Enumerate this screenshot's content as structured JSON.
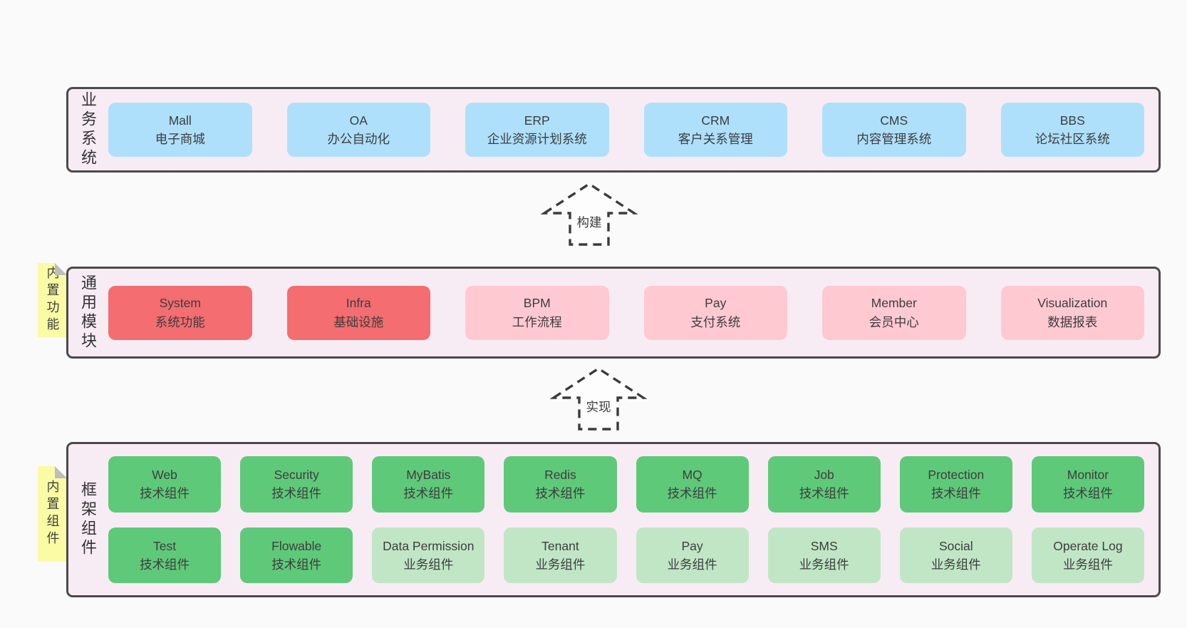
{
  "colors": {
    "page_bg": "#fafafa",
    "section_bg": "#f8ecf4",
    "section_border": "#4a4a4a",
    "blue": "#aee0fb",
    "red": "#f36d71",
    "pink": "#ffc9d2",
    "green": "#5fc97a",
    "light_green": "#c0e6c6",
    "tab_yellow": "#fbfba5",
    "text": "#3d3d3d"
  },
  "business": {
    "label": "业务系统",
    "boxes": [
      {
        "title": "Mall",
        "subtitle": "电子商城"
      },
      {
        "title": "OA",
        "subtitle": "办公自动化"
      },
      {
        "title": "ERP",
        "subtitle": "企业资源计划系统"
      },
      {
        "title": "CRM",
        "subtitle": "客户关系管理"
      },
      {
        "title": "CMS",
        "subtitle": "内容管理系统"
      },
      {
        "title": "BBS",
        "subtitle": "论坛社区系统"
      }
    ]
  },
  "modules": {
    "label": "通用模块",
    "tab": "内置功能",
    "boxes": [
      {
        "title": "System",
        "subtitle": "系统功能"
      },
      {
        "title": "Infra",
        "subtitle": "基础设施"
      },
      {
        "title": "BPM",
        "subtitle": "工作流程"
      },
      {
        "title": "Pay",
        "subtitle": "支付系统"
      },
      {
        "title": "Member",
        "subtitle": "会员中心"
      },
      {
        "title": "Visualization",
        "subtitle": "数据报表"
      }
    ]
  },
  "components": {
    "label": "框架组件",
    "tab": "内置组件",
    "boxes": [
      {
        "title": "Web",
        "subtitle": "技术组件"
      },
      {
        "title": "Security",
        "subtitle": "技术组件"
      },
      {
        "title": "MyBatis",
        "subtitle": "技术组件"
      },
      {
        "title": "Redis",
        "subtitle": "技术组件"
      },
      {
        "title": "MQ",
        "subtitle": "技术组件"
      },
      {
        "title": "Job",
        "subtitle": "技术组件"
      },
      {
        "title": "Protection",
        "subtitle": "技术组件"
      },
      {
        "title": "Monitor",
        "subtitle": "技术组件"
      },
      {
        "title": "Test",
        "subtitle": "技术组件"
      },
      {
        "title": "Flowable",
        "subtitle": "技术组件"
      },
      {
        "title": "Data Permission",
        "subtitle": "业务组件"
      },
      {
        "title": "Tenant",
        "subtitle": "业务组件"
      },
      {
        "title": "Pay",
        "subtitle": "业务组件"
      },
      {
        "title": "SMS",
        "subtitle": "业务组件"
      },
      {
        "title": "Social",
        "subtitle": "业务组件"
      },
      {
        "title": "Operate Log",
        "subtitle": "业务组件"
      }
    ]
  },
  "arrows": {
    "build": "构建",
    "implement": "实现"
  }
}
